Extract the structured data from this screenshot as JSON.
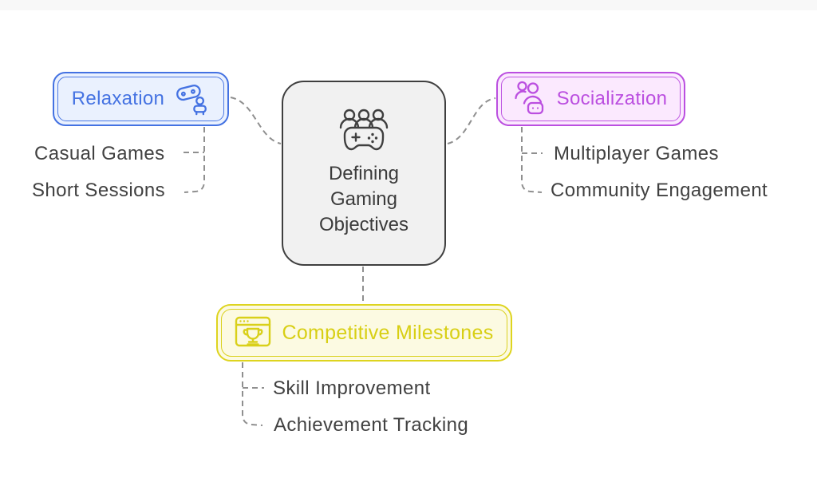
{
  "center_node": {
    "lines": [
      "Defining",
      "Gaming",
      "Objectives"
    ],
    "icon": "team-gamepad-icon",
    "bg": "#f1f1f1",
    "border": "#3f3f3f",
    "text_color": "#3b3b3b"
  },
  "branches": {
    "relaxation": {
      "label": "Relaxation",
      "icon": "gamer-relaxing-icon",
      "color": "#4472e2",
      "bg": "#eaf1fe",
      "children": [
        "Casual Games",
        "Short Sessions"
      ]
    },
    "socialization": {
      "label": "Socialization",
      "icon": "social-players-icon",
      "color": "#bb4fe0",
      "bg": "#fbe9fe",
      "children": [
        "Multiplayer Games",
        "Community Engagement"
      ]
    },
    "competitive": {
      "label": "Competitive Milestones",
      "icon": "trophy-window-icon",
      "color": "#ded41f",
      "bg": "#fcfae2",
      "children": [
        "Skill Improvement",
        "Achievement Tracking"
      ]
    }
  },
  "connector_style": {
    "color": "#8f8f8f",
    "pattern": "dashed"
  }
}
